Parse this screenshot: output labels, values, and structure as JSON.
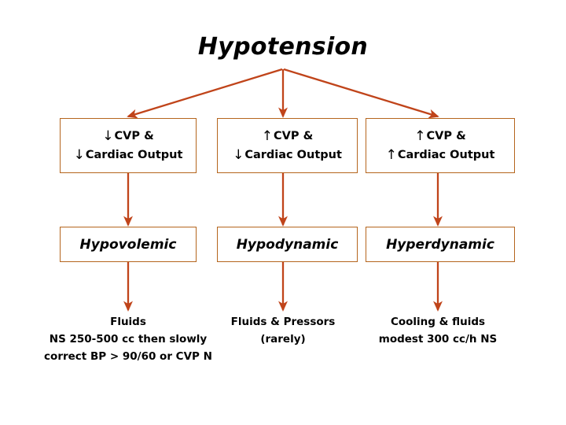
{
  "diagram": {
    "title": "Hypotension",
    "accent_color": "#c0441a",
    "box_border_color": "#b5651d",
    "background_color": "#ffffff",
    "text_color": "#000000"
  },
  "branches": [
    {
      "id": "hypovolemic",
      "hemodynamics": {
        "line1_arrow": "↓",
        "line1_text": "CVP &",
        "line2_arrow": "↓",
        "line2_text": "Cardiac Output"
      },
      "diagnosis": "Hypovolemic",
      "treatment": [
        "Fluids",
        "NS  250-500 cc then slowly",
        "correct BP > 90/60 or CVP N"
      ]
    },
    {
      "id": "hypodynamic",
      "hemodynamics": {
        "line1_arrow": "↑",
        "line1_text": "CVP &",
        "line2_arrow": "↓",
        "line2_text": "Cardiac Output"
      },
      "diagnosis": "Hypodynamic",
      "treatment": [
        "Fluids & Pressors",
        "(rarely)"
      ]
    },
    {
      "id": "hyperdynamic",
      "hemodynamics": {
        "line1_arrow": "↑",
        "line1_text": "CVP &",
        "line2_arrow": "↑",
        "line2_text": "Cardiac Output"
      },
      "diagnosis": "Hyperdynamic",
      "treatment": [
        "Cooling & fluids",
        "modest 300 cc/h NS"
      ]
    }
  ]
}
